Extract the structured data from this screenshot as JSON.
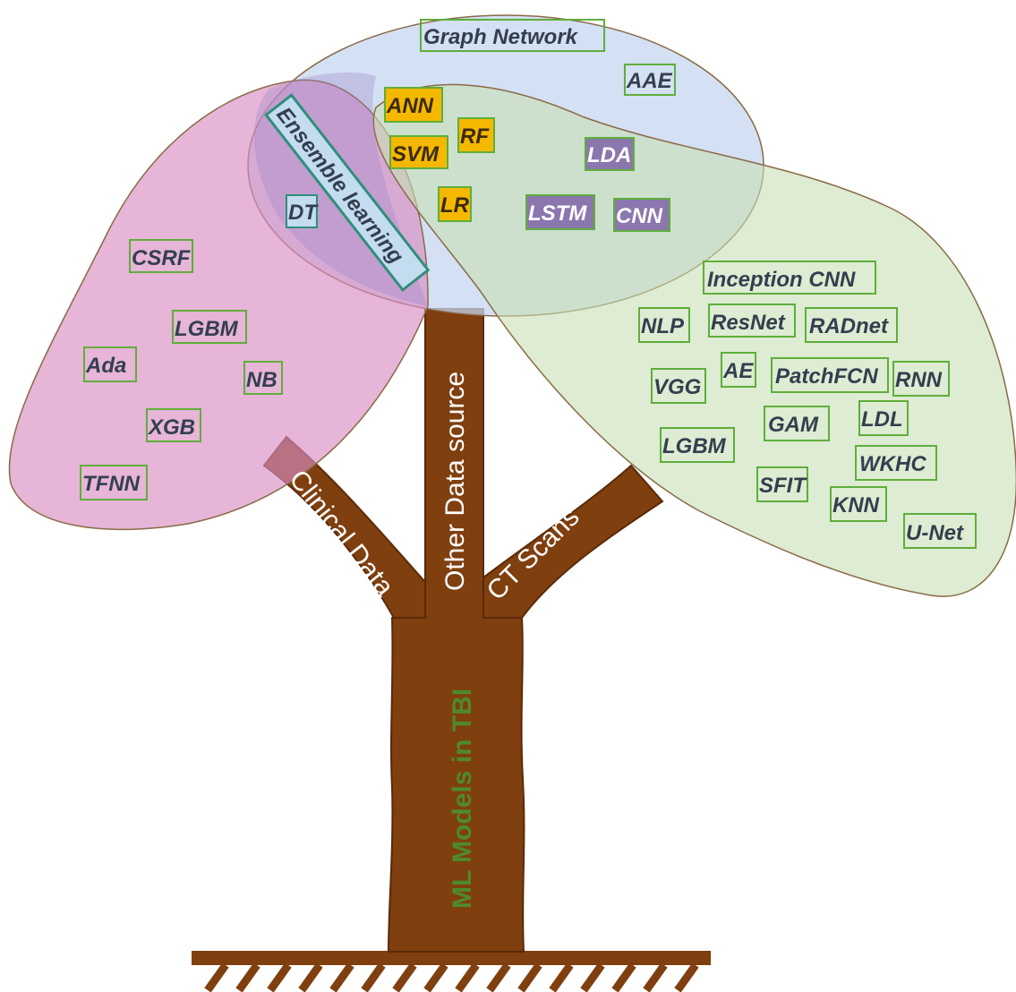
{
  "trunk_title": "ML Models in TBI",
  "branches": {
    "clinical": "Clinical Data",
    "other": "Other Data source",
    "ct": "CT Scans"
  },
  "colors": {
    "trunk": "#7f3f0f",
    "clinical_region": "#d98ec2",
    "other_region": "#c5d6ef",
    "ct_region": "#c7e0b4",
    "shared_orange": "#f5b800",
    "shared_purple": "#8b76ad",
    "box_outline": "#5fae3a"
  },
  "labels": {
    "graph_network": "Graph Network",
    "aae": "AAE",
    "ann": "ANN",
    "rf": "RF",
    "svm": "SVM",
    "lr": "LR",
    "lda": "LDA",
    "lstm": "LSTM",
    "cnn": "CNN",
    "ensemble": "Ensemble learning",
    "dt": "DT",
    "csrf": "CSRF",
    "lgbm_left": "LGBM",
    "ada": "Ada",
    "nb": "NB",
    "xgb": "XGB",
    "tfnn": "TFNN",
    "inception_cnn": "Inception CNN",
    "nlp": "NLP",
    "resnet": "ResNet",
    "radnet": "RADnet",
    "vgg": "VGG",
    "ae": "AE",
    "patchfcn": "PatchFCN",
    "rnn": "RNN",
    "gam": "GAM",
    "ldl": "LDL",
    "lgbm_right": "LGBM",
    "wkhc": "WKHC",
    "sfit": "SFIT",
    "knn": "KNN",
    "unet": "U-Net"
  }
}
